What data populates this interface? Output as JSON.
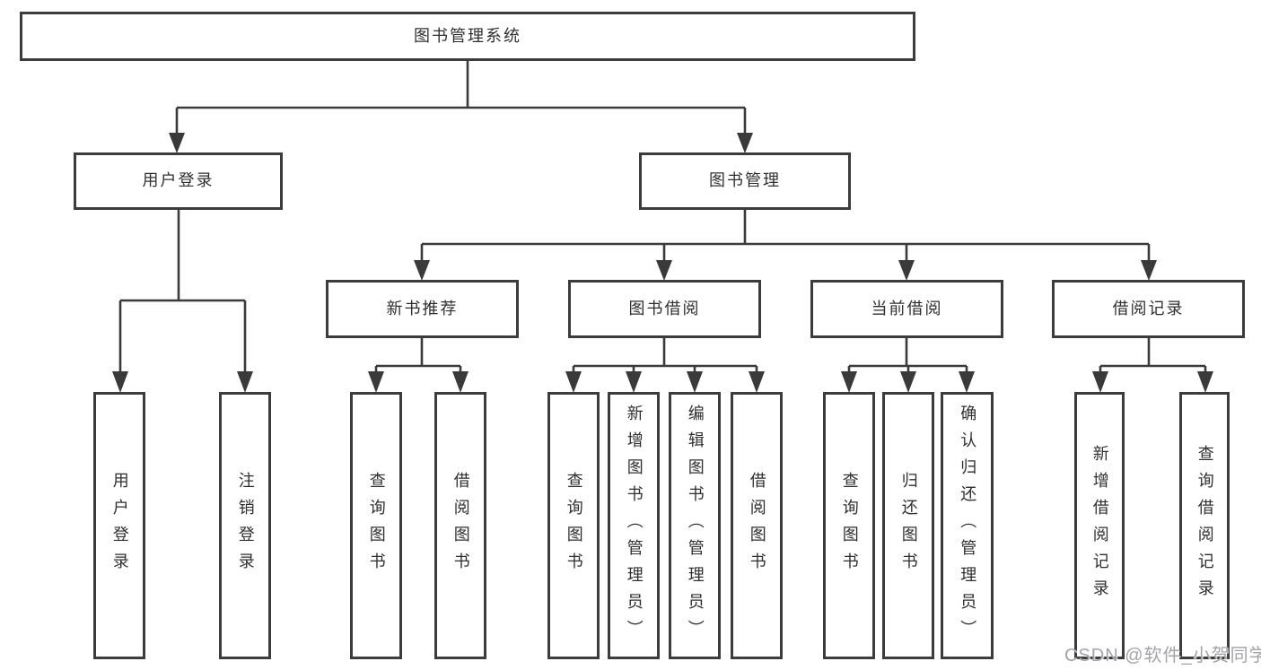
{
  "tree": {
    "root": {
      "label": "图书管理系统"
    },
    "branches": [
      {
        "label": "用户登录",
        "children": [
          "用户登录",
          "注销登录"
        ]
      },
      {
        "label": "图书管理",
        "sections": [
          {
            "label": "新书推荐",
            "children": [
              "查询图书",
              "借阅图书"
            ]
          },
          {
            "label": "图书借阅",
            "children": [
              "查询图书",
              "新增图书（管理员）",
              "编辑图书（管理员）",
              "借阅图书"
            ]
          },
          {
            "label": "当前借阅",
            "children": [
              "查询图书",
              "归还图书",
              "确认归还（管理员）"
            ]
          },
          {
            "label": "借阅记录",
            "children": [
              "新增借阅记录",
              "查询借阅记录"
            ]
          }
        ]
      }
    ]
  },
  "watermark": {
    "text": "CSDN @软件_小贺同学"
  },
  "colors": {
    "line": "#3a3a3a",
    "border": "#3c3c3c",
    "text": "#2f2f2f",
    "box_bg": "#ffffff",
    "page_bg": "#ffffff",
    "watermark": "#a3a3a8"
  }
}
